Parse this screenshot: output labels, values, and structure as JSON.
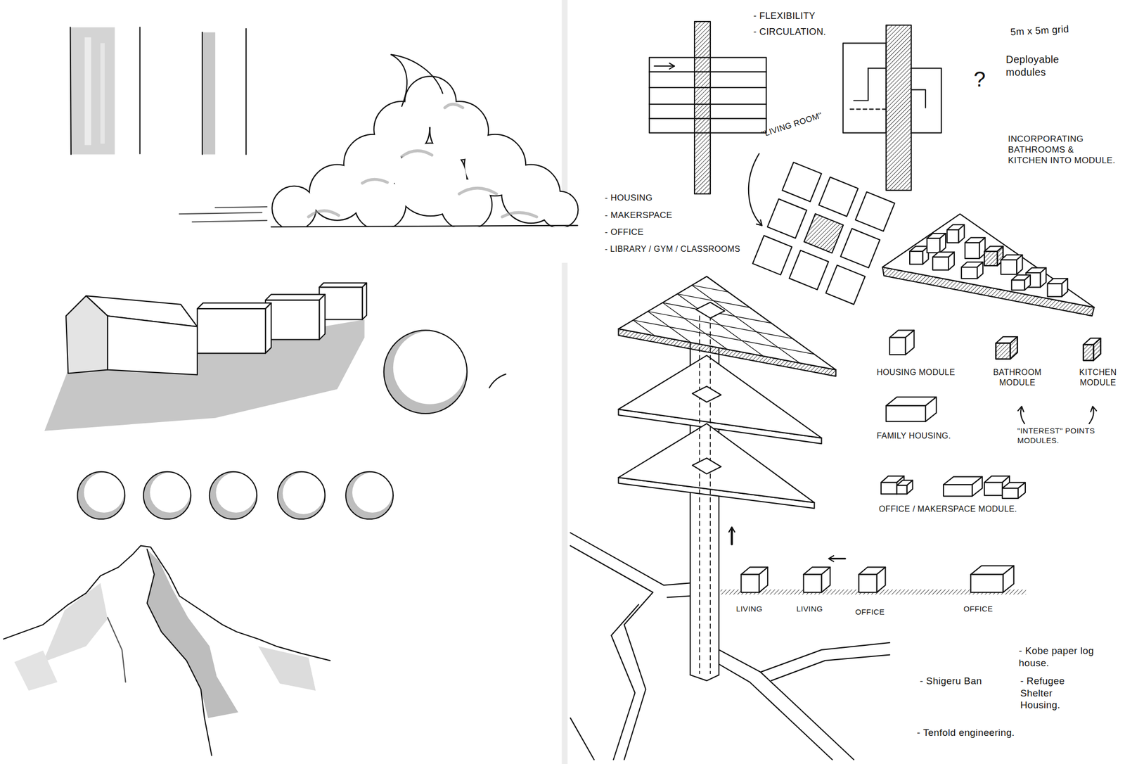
{
  "diagram": {
    "labels": [
      "- FLEXIBILITY",
      "- CIRCULATION.",
      "5m x 5m grid",
      "Deployable modules",
      "?",
      "INCORPORATING BATHROOMS & KITCHEN INTO MODULE.",
      "\"LIVING ROOM\"",
      "- HOUSING",
      "- MAKERSPACE",
      "- OFFICE",
      "- LIBRARY / GYM / CLASSROOMS",
      "HOUSING MODULE",
      "BATHROOM MODULE",
      "KITCHEN MODULE",
      "FAMILY HOUSING.",
      "\"INTEREST\" POINTS MODULES.",
      "OFFICE / MAKERSPACE MODULE.",
      "LIVING",
      "LIVING",
      "OFFICE",
      "OFFICE",
      "- Kobe paper log house.",
      "- Shigeru Ban",
      "- Refugee Shelter Housing.",
      "- Tenfold engineering."
    ]
  }
}
